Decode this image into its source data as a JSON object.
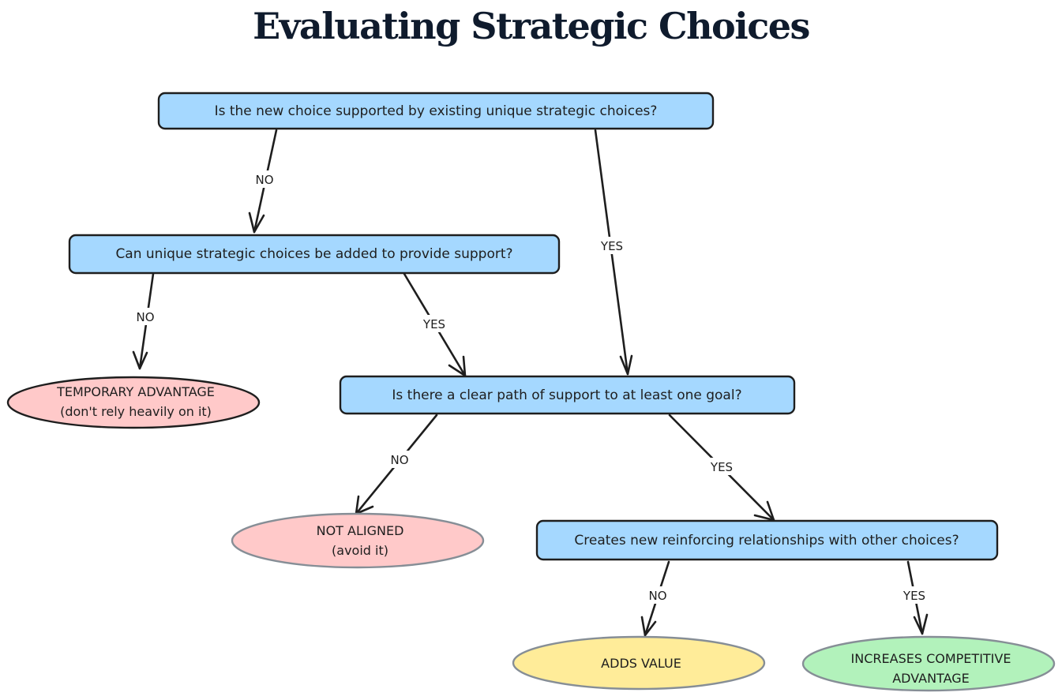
{
  "title": "Evaluating Strategic Choices",
  "colors": {
    "decision_fill": "#a5d8ff",
    "negative_fill": "#ffc9c9",
    "value_fill": "#ffec99",
    "advantage_fill": "#b2f2bb",
    "stroke": "#1e1e1e"
  },
  "nodes": {
    "q1": "Is the new choice supported by existing unique strategic choices?",
    "q2": "Can unique strategic choices be added to provide support?",
    "q3": "Is there a clear path of support to at least one goal?",
    "q4": "Creates new reinforcing relationships with other choices?",
    "temporary_line1": "TEMPORARY ADVANTAGE",
    "temporary_line2": "(don't rely heavily on it)",
    "not_aligned_line1": "NOT ALIGNED",
    "not_aligned_line2": "(avoid it)",
    "adds_value": "ADDS VALUE",
    "competitive_line1": "INCREASES COMPETITIVE",
    "competitive_line2": "ADVANTAGE"
  },
  "edges": {
    "q1_no": "NO",
    "q1_yes": "YES",
    "q2_no": "NO",
    "q2_yes": "YES",
    "q3_no": "NO",
    "q3_yes": "YES",
    "q4_no": "NO",
    "q4_yes": "YES"
  }
}
